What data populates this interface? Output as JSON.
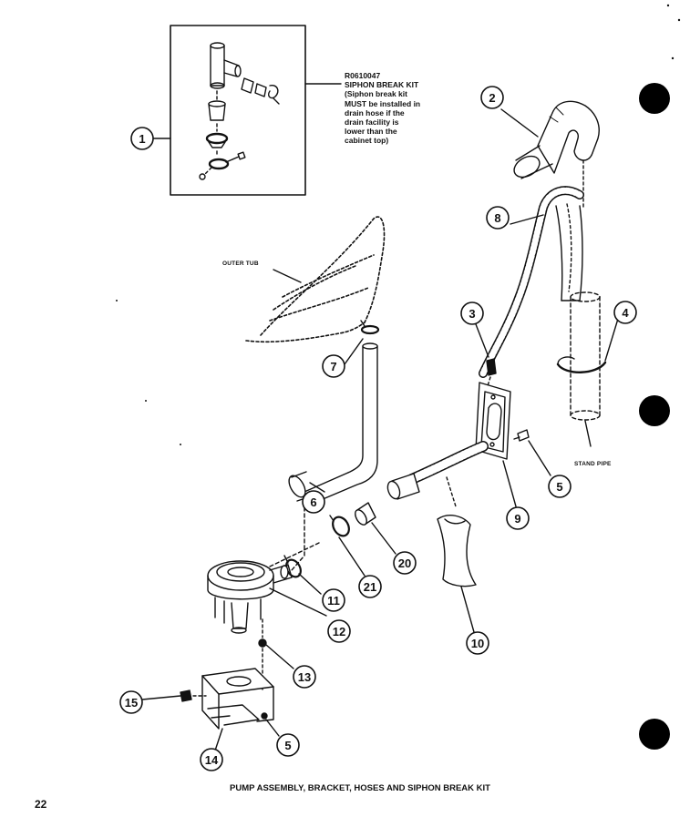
{
  "kit": {
    "part_number": "R0610047",
    "title": "SIPHON BREAK KIT",
    "description": "(Siphon break kit\nMUST be installed in\ndrain hose if the\ndrain facility is\nlower than the\ncabinet top)"
  },
  "labels": {
    "outer_tub": "OUTER TUB",
    "stand_pipe": "STAND PIPE"
  },
  "callouts": [
    "1",
    "2",
    "8",
    "3",
    "4",
    "7",
    "5",
    "9",
    "6",
    "20",
    "21",
    "10",
    "11",
    "12",
    "13",
    "15",
    "14",
    "5"
  ],
  "caption": "PUMP ASSEMBLY, BRACKET, HOSES AND SIPHON BREAK KIT",
  "page_number": "22",
  "colors": {
    "ink": "#111111",
    "marker": "#000000",
    "paper": "#ffffff"
  }
}
